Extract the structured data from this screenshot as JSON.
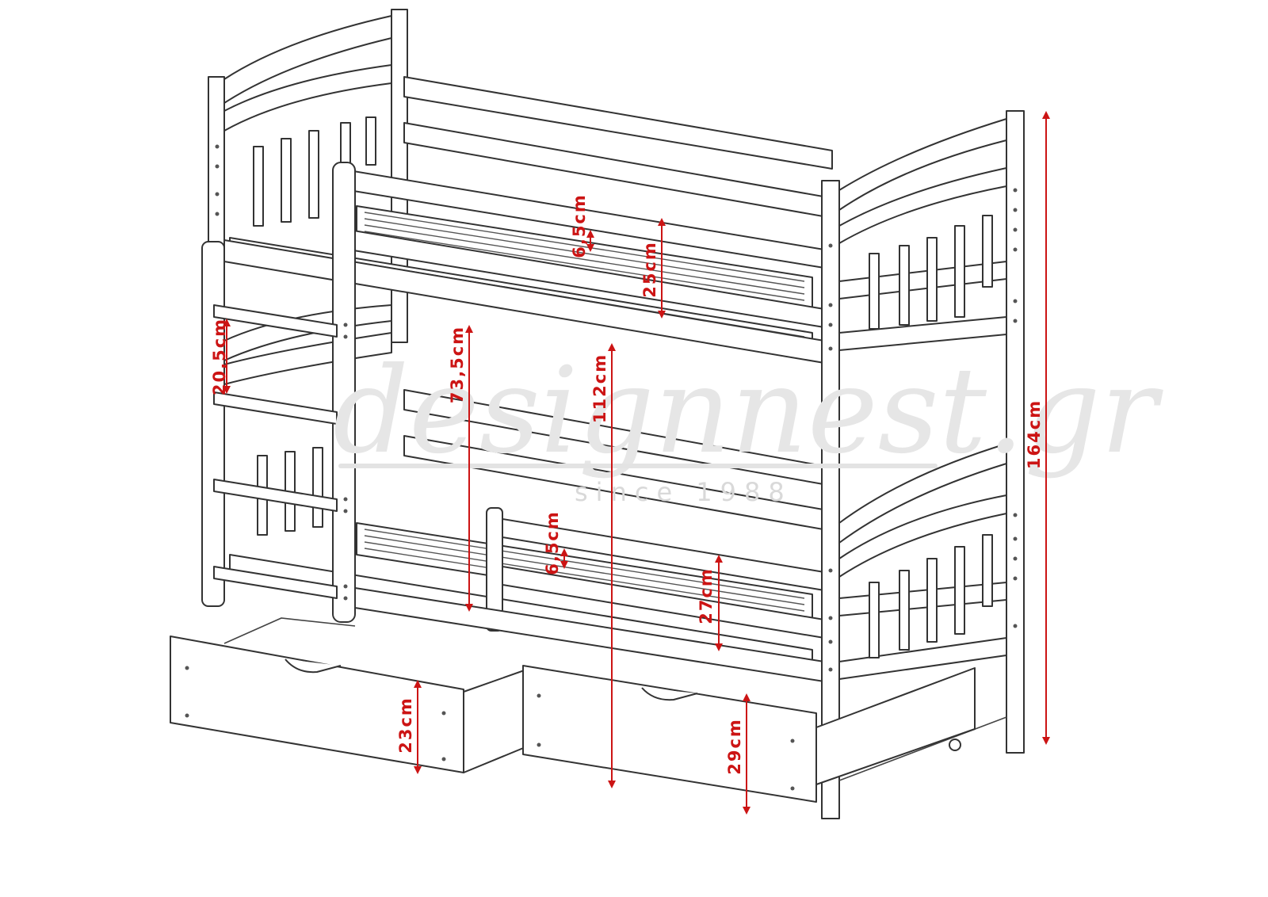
{
  "watermark": {
    "brand": "designnest.gr",
    "tagline": "since 1988"
  },
  "dimensions": [
    {
      "id": "rail_gap_top",
      "label": "6,5cm"
    },
    {
      "id": "top_mattress_height",
      "label": "25cm"
    },
    {
      "id": "ladder_step_spacing",
      "label": "20,5cm"
    },
    {
      "id": "between_bunks",
      "label": "73,5cm"
    },
    {
      "id": "top_bunk_height",
      "label": "112cm"
    },
    {
      "id": "total_height",
      "label": "164cm"
    },
    {
      "id": "rail_gap_bottom",
      "label": "6,5cm"
    },
    {
      "id": "bottom_mattress_height",
      "label": "27cm"
    },
    {
      "id": "drawer_front_height",
      "label": "23cm"
    },
    {
      "id": "drawer_height",
      "label": "29cm"
    }
  ],
  "colors": {
    "dimension": "#cc1414",
    "outline": "#333333",
    "watermark": "#e3e3e3"
  }
}
